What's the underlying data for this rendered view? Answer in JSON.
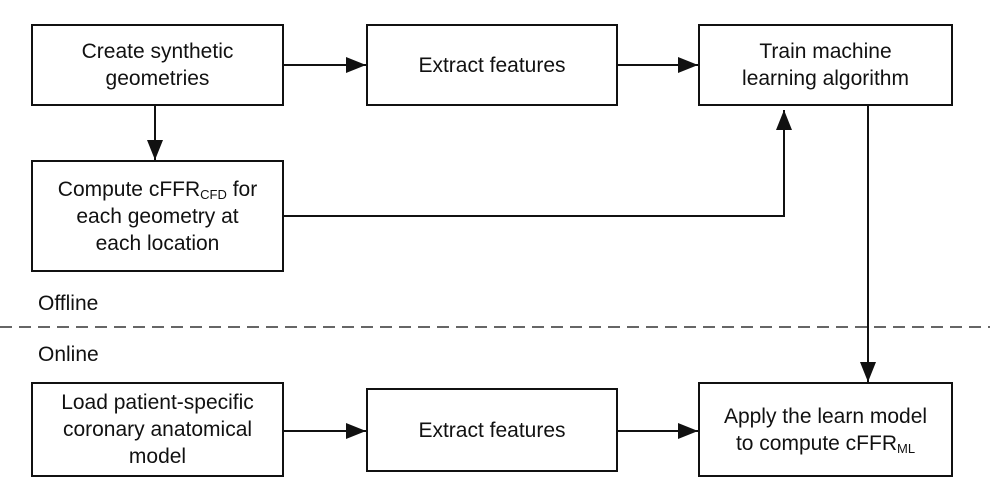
{
  "nodes": {
    "create_geometries": {
      "lines": [
        "Create synthetic",
        "geometries"
      ]
    },
    "extract_features_top": {
      "lines": [
        "Extract features"
      ]
    },
    "train_ml": {
      "lines": [
        "Train machine",
        "learning algorithm"
      ]
    },
    "compute_cffr_cfd": {
      "line1_main": "Compute cFFR",
      "line1_sub": "CFD",
      "line1_tail": " for",
      "line2": "each geometry at",
      "line3": "each location"
    },
    "load_patient": {
      "lines": [
        "Load patient-specific",
        "coronary anatomical",
        "model"
      ]
    },
    "extract_features_bottom": {
      "lines": [
        "Extract features"
      ]
    },
    "apply_model": {
      "line1": "Apply the learn model",
      "line2_main": "to compute cFFR",
      "line2_sub": "ML"
    }
  },
  "labels": {
    "offline": "Offline",
    "online": "Online"
  },
  "edges": [
    {
      "from": "create_geometries",
      "to": "extract_features_top"
    },
    {
      "from": "extract_features_top",
      "to": "train_ml"
    },
    {
      "from": "create_geometries",
      "to": "compute_cffr_cfd"
    },
    {
      "from": "compute_cffr_cfd",
      "to": "train_ml"
    },
    {
      "from": "train_ml",
      "to": "apply_model"
    },
    {
      "from": "load_patient",
      "to": "extract_features_bottom"
    },
    {
      "from": "extract_features_bottom",
      "to": "apply_model"
    }
  ]
}
